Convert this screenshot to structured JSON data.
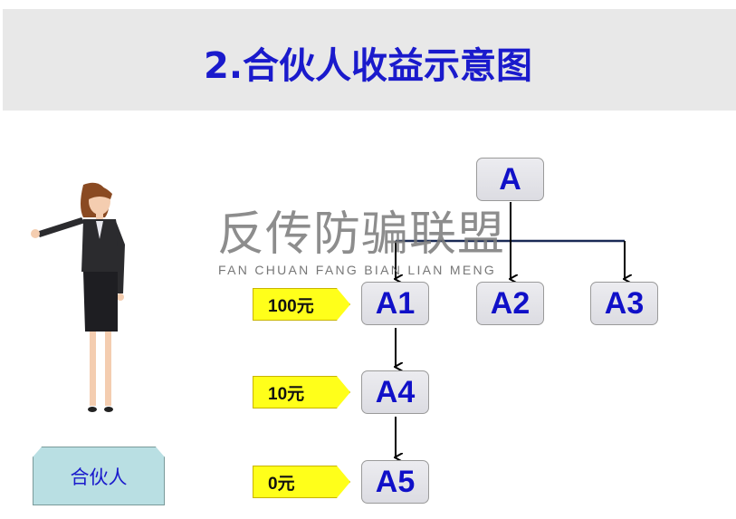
{
  "title": "2.合伙人收益示意图",
  "watermark": {
    "cn": "反传防骗联盟",
    "en": "FAN CHUAN FANG BIAN LIAN MENG"
  },
  "nodes": {
    "a": "A",
    "a1": "A1",
    "a2": "A2",
    "a3": "A3",
    "a4": "A4",
    "a5": "A5"
  },
  "rewards": {
    "a1": "100元",
    "a4": "10元",
    "a5": "0元"
  },
  "partner_label": "合伙人",
  "colors": {
    "title": "#1a1acc",
    "tag": "#ffff1a",
    "partner_box": "#b9dfe3"
  }
}
